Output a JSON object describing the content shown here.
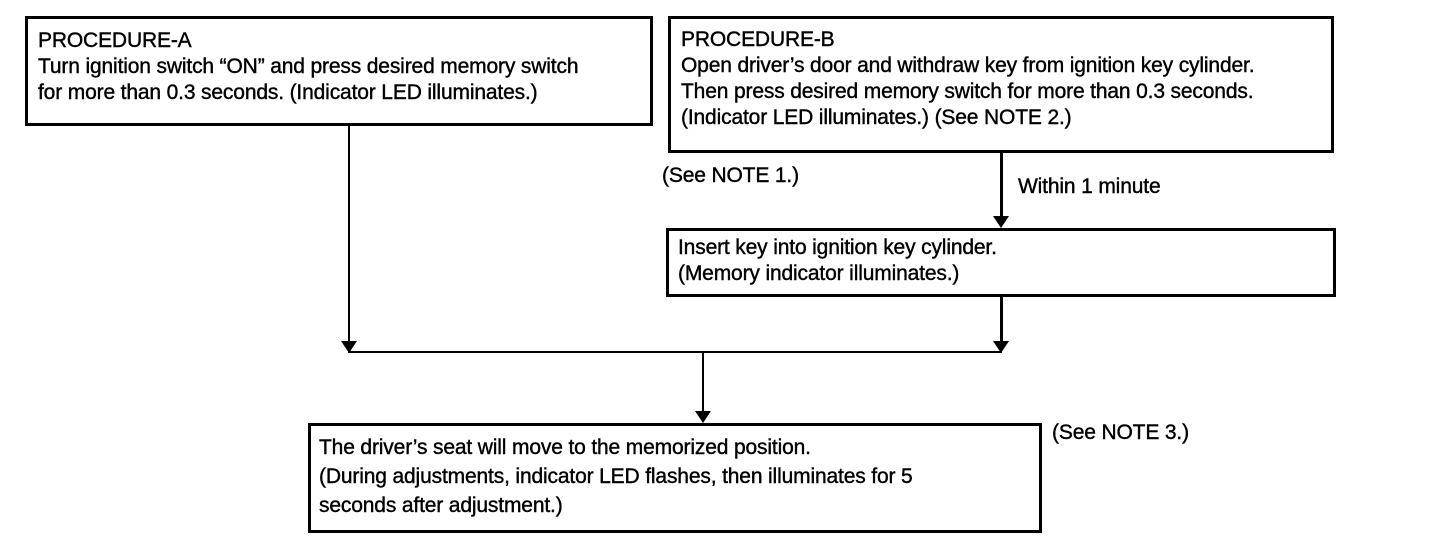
{
  "flowchart": {
    "procedure_a": {
      "title": "PROCEDURE-A",
      "lines": [
        "Turn ignition switch “ON” and press desired memory switch",
        "for more than 0.3 seconds. (Indicator LED illuminates.)"
      ]
    },
    "procedure_b": {
      "title": "PROCEDURE-B",
      "lines": [
        "Open driver’s door and withdraw key from ignition key cylinder.",
        "Then press desired memory switch for more than 0.3 seconds.",
        "(Indicator LED illuminates.) (See NOTE 2.)"
      ]
    },
    "insert_key": {
      "lines": [
        "Insert key into ignition key cylinder.",
        "(Memory indicator illuminates.)"
      ]
    },
    "result": {
      "lines": [
        "The driver’s seat will move to the memorized position.",
        "(During adjustments, indicator LED flashes, then illuminates for 5",
        "seconds after adjustment.)"
      ]
    },
    "labels": {
      "see_note_1": "(See NOTE 1.)",
      "within_1_minute": "Within 1 minute",
      "see_note_3": "(See NOTE 3.)"
    },
    "colors": {
      "ink": "#000000",
      "background": "#ffffff"
    }
  }
}
